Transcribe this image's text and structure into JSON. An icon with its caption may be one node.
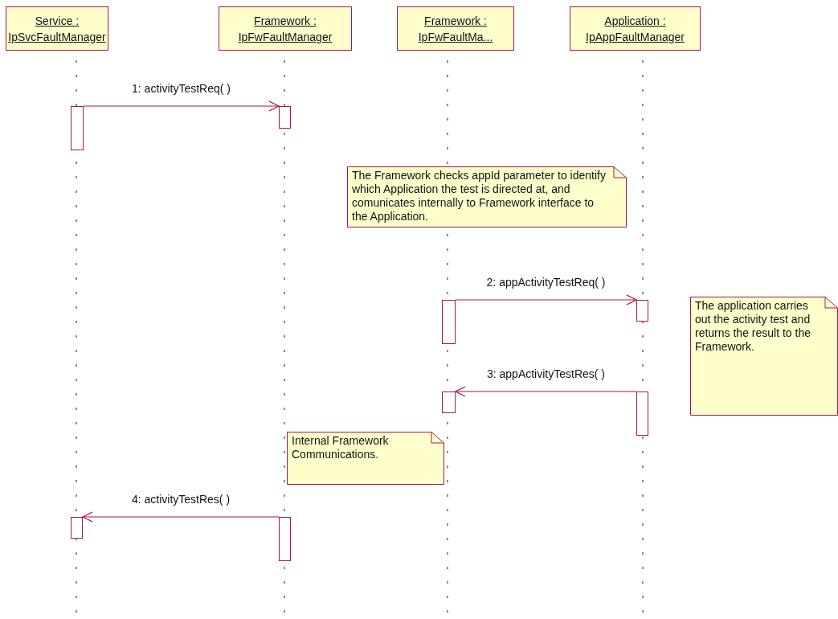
{
  "diagram": {
    "nodes": [
      {
        "text": [
          "Service : IpSvcFaultManager"
        ]
      },
      {
        "text": [
          "Framework : IpFwFaultManager"
        ]
      },
      {
        "text": [
          "Framework : IpFwFaultMa..."
        ]
      },
      {
        "text": [
          "Application : IpAppFaultManager"
        ]
      },
      {
        "text": [],
        "shape": "bar"
      },
      {
        "text": [],
        "shape": "bar"
      },
      {
        "text": [
          "The Framework checks appId parameter to identify which Application the test is directed at, and comunicates internally to Framework interface to the Application."
        ]
      },
      {
        "text": [],
        "shape": "bar"
      },
      {
        "text": [],
        "shape": "bar"
      },
      {
        "text": [
          "The application carries out the activity test and returns the result to the Framework."
        ]
      },
      {
        "text": [],
        "shape": "bar"
      },
      {
        "text": [],
        "shape": "bar"
      },
      {
        "text": [
          "Internal Framework Communications."
        ]
      },
      {
        "text": [],
        "shape": "bar"
      },
      {
        "text": [],
        "shape": "bar"
      }
    ],
    "edges": [
      {
        "from": 4,
        "to": 5,
        "arrow": "to",
        "label": "1: activityTestReq( )"
      },
      {
        "from": 7,
        "to": 8,
        "arrow": "to",
        "label": "2: appActivityTestReq( )"
      },
      {
        "from": 11,
        "to": 10,
        "arrow": "to",
        "label": "3: appActivityTestRes( )"
      },
      {
        "from": 14,
        "to": 13,
        "arrow": "to",
        "label": "4: activityTestRes( )"
      }
    ]
  }
}
